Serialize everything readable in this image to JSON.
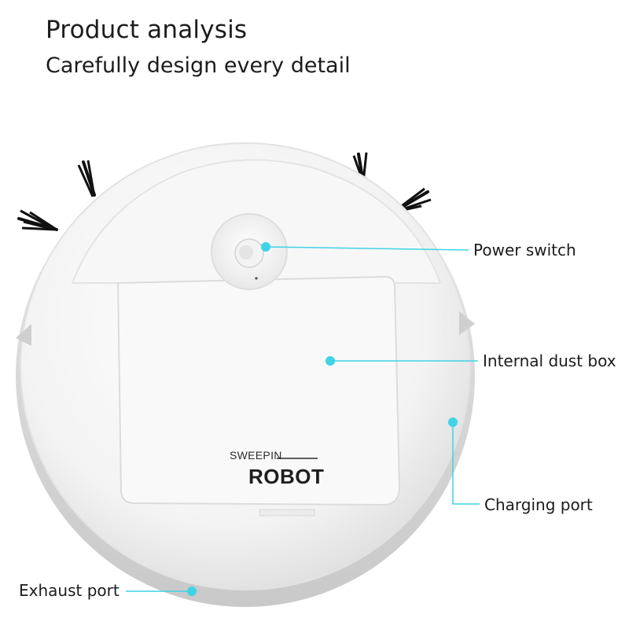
{
  "header": {
    "title": "Product analysis",
    "subtitle": "Carefully design every detail"
  },
  "product": {
    "brand_line1": "SWEEPIN",
    "brand_line2": "ROBOT"
  },
  "callouts": {
    "power_switch": "Power switch",
    "internal_dust_box": "Internal dust box",
    "charging_port": "Charging port",
    "exhaust_port": "Exhaust port"
  },
  "colors": {
    "callout_accent": "#3fd3e6",
    "robot_body": "#f4f4f4"
  }
}
